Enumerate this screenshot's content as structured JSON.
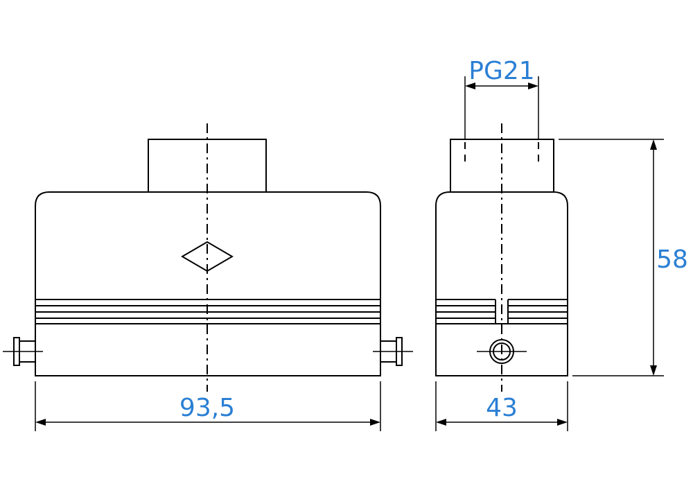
{
  "dimensions": {
    "width_front": "93,5",
    "width_side": "43",
    "height": "58",
    "cable_entry": "PG21"
  },
  "colors": {
    "dimension_text": "#2a7fd4",
    "line": "#000000"
  }
}
